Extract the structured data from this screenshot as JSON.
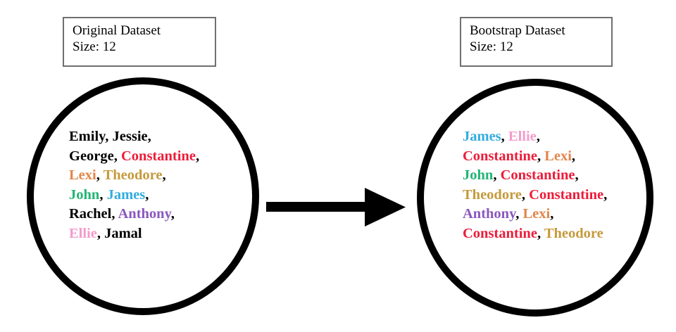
{
  "diagram": {
    "type": "bootstrap-resampling-illustration",
    "background_color": "#ffffff"
  },
  "palette": {
    "default": "#000000",
    "constantine": "#ED1C3A",
    "lexi": "#E2854A",
    "theodore": "#C59A3C",
    "john": "#21B573",
    "james": "#31ADDF",
    "anthony": "#8A57BE",
    "ellie": "#F49BCB",
    "box_border": "#6f6f6f",
    "circle_border": "#000000",
    "arrow": "#000000"
  },
  "original": {
    "box": {
      "title": "Original Dataset",
      "size_label": "Size: 12"
    },
    "rows": [
      [
        {
          "text": "Emily",
          "color": "#000000"
        },
        {
          "text": "Jessie",
          "color": "#000000"
        }
      ],
      [
        {
          "text": "George",
          "color": "#000000"
        },
        {
          "text": "Constantine",
          "color": "#ED1C3A"
        }
      ],
      [
        {
          "text": "Lexi",
          "color": "#E2854A"
        },
        {
          "text": "Theodore",
          "color": "#C59A3C"
        }
      ],
      [
        {
          "text": "John",
          "color": "#21B573"
        },
        {
          "text": "James",
          "color": "#31ADDF"
        }
      ],
      [
        {
          "text": "Rachel",
          "color": "#000000"
        },
        {
          "text": "Anthony",
          "color": "#8A57BE"
        }
      ],
      [
        {
          "text": "Ellie",
          "color": "#F49BCB"
        },
        {
          "text": "Jamal",
          "color": "#000000"
        }
      ]
    ],
    "trailing_comma_rows": [
      0,
      1,
      2,
      3,
      4
    ],
    "names_flat": [
      "Emily",
      "Jessie",
      "George",
      "Constantine",
      "Lexi",
      "Theodore",
      "John",
      "James",
      "Rachel",
      "Anthony",
      "Ellie",
      "Jamal"
    ],
    "count": 12
  },
  "bootstrap": {
    "box": {
      "title": "Bootstrap Dataset",
      "size_label": "Size: 12"
    },
    "rows": [
      [
        {
          "text": "James",
          "color": "#31ADDF"
        },
        {
          "text": "Ellie",
          "color": "#F49BCB"
        }
      ],
      [
        {
          "text": "Constantine",
          "color": "#ED1C3A"
        },
        {
          "text": "Lexi",
          "color": "#E2854A"
        }
      ],
      [
        {
          "text": "John",
          "color": "#21B573"
        },
        {
          "text": "Constantine",
          "color": "#ED1C3A"
        }
      ],
      [
        {
          "text": "Theodore",
          "color": "#C59A3C"
        },
        {
          "text": "Constantine",
          "color": "#ED1C3A"
        }
      ],
      [
        {
          "text": "Anthony",
          "color": "#8A57BE"
        },
        {
          "text": "Lexi",
          "color": "#E2854A"
        }
      ],
      [
        {
          "text": "Constantine",
          "color": "#ED1C3A"
        },
        {
          "text": "Theodore",
          "color": "#C59A3C"
        }
      ]
    ],
    "trailing_comma_rows": [
      0,
      1,
      2,
      3,
      4
    ],
    "names_flat": [
      "James",
      "Ellie",
      "Constantine",
      "Lexi",
      "John",
      "Constantine",
      "Theodore",
      "Constantine",
      "Anthony",
      "Lexi",
      "Constantine",
      "Theodore"
    ],
    "count": 12
  },
  "arrow": {
    "direction": "right",
    "color": "#000000"
  },
  "separator": ", "
}
